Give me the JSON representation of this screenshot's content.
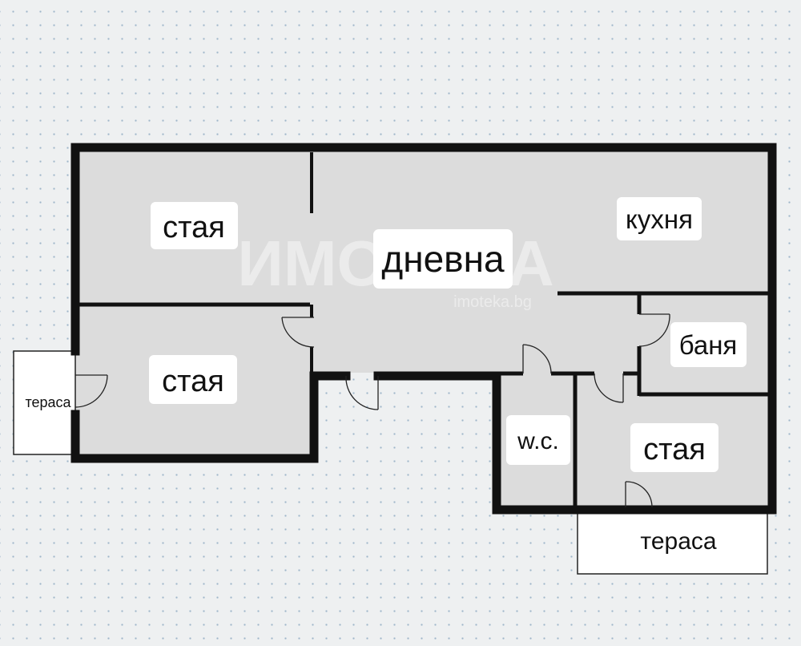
{
  "floor_plan": {
    "rooms": {
      "room_top_left": "стая",
      "room_bottom_left": "стая",
      "living_room": "дневна",
      "kitchen": "кухня",
      "bathroom": "баня",
      "wc": "w.c.",
      "room_bottom_right": "стая",
      "terrace_left": "тераса",
      "terrace_bottom": "тераса"
    },
    "watermark": {
      "logo": "ИМОТЕКА",
      "url": "imoteka.bg"
    },
    "colors": {
      "room_fill": "#dcdcdc",
      "wall": "#111111",
      "terrace_fill": "#ffffff",
      "background": "#eef0f1"
    }
  }
}
